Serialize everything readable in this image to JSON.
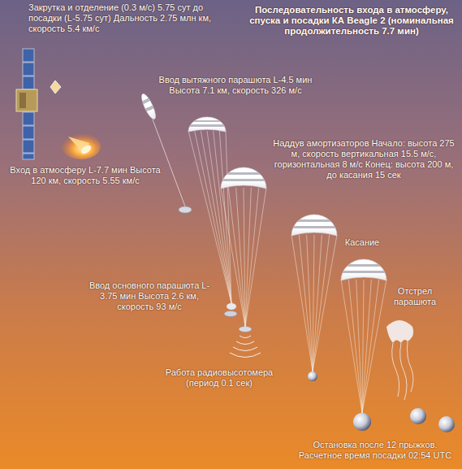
{
  "diagram": {
    "title": "Последовательность входа в атмосферу, спуска и посадки КА Beagle 2 (номинальная продолжительность 7.7 мин)",
    "labels": [
      "Закрутка и отделение (0.3 м/с) 5.75 сут до посадки (L-5.75 сут) Дальность 2.75 млн км, скорость 5.4 км/с",
      "Ввод вытяжного парашюта L-4.5 мин Высота 7.1 км, скорость 326 м/с",
      "Наддув амортизаторов Начало: высота 275 м, скорость вертикальная 15.5 м/с, горизонтальная 8 м/с Конец: высота 200 м, до касания 15 сек",
      "Вход в атмосферу L-7.7 мин Высота 120 км, скорость 5.55 км/с",
      "Касание",
      "Ввод основного парашюта L-3.75 мин Высота 2.6 км, скорость 93 м/с",
      "Отстрел парашюта",
      "Работа радиовысотомера (период 0.1 сек)",
      "Остановка после 12 прыжков. Расчетное время посадки 02:54 UTC"
    ]
  }
}
